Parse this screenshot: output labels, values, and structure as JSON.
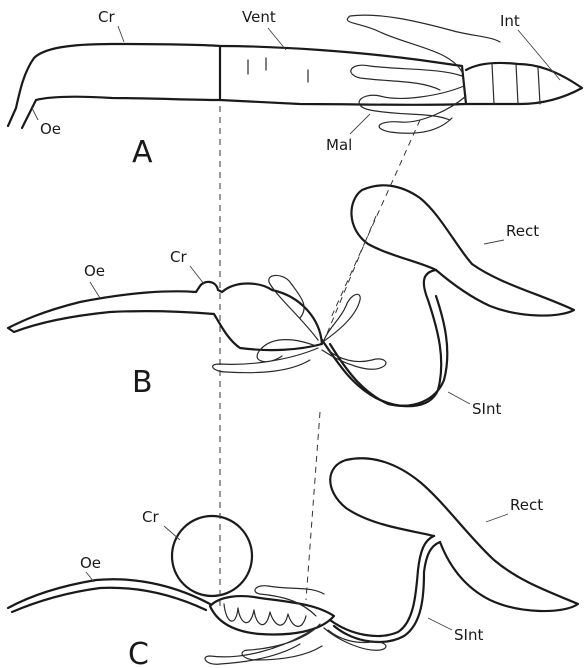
{
  "figure": {
    "panels": [
      {
        "id": "A",
        "letter": "A",
        "labels": {
          "crop": "Cr",
          "ventriculus": "Vent",
          "intestine": "Int",
          "oesophagus": "Oe",
          "malpighian": "Mal"
        }
      },
      {
        "id": "B",
        "letter": "B",
        "labels": {
          "oesophagus": "Oe",
          "crop": "Cr",
          "rectum": "Rect",
          "small_intestine": "SInt"
        }
      },
      {
        "id": "C",
        "letter": "C",
        "labels": {
          "crop": "Cr",
          "oesophagus": "Oe",
          "rectum": "Rect",
          "small_intestine": "SInt"
        }
      }
    ]
  }
}
